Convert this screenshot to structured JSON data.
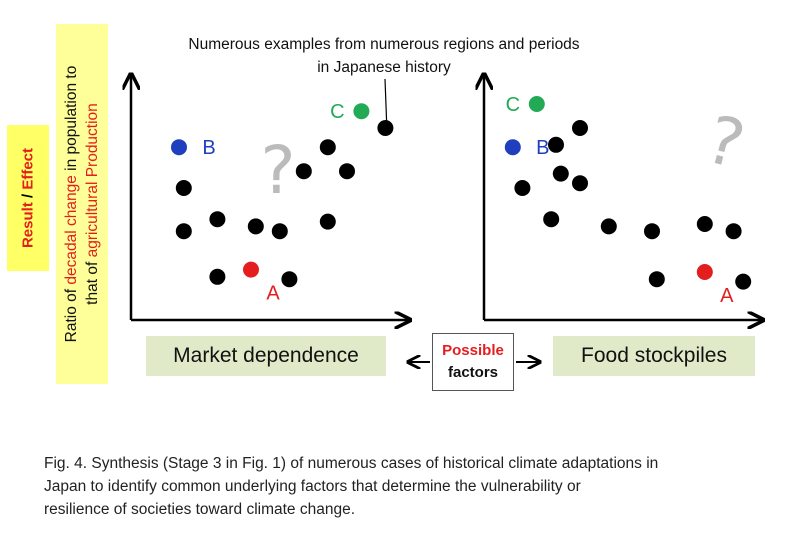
{
  "title": {
    "line1": "Numerous examples  from numerous regions and periods",
    "line2": "in Japanese history"
  },
  "y_axis": {
    "box_label_red": "Result",
    "box_label_sep": " / ",
    "box_label_black": "Effect",
    "line1_parts": [
      "Ratio of ",
      "decadal change",
      " in population to"
    ],
    "line2_parts": [
      "that of ",
      "agricultural Production"
    ]
  },
  "factors": {
    "left": "Market dependence",
    "right": "Food stockpiles",
    "center_line1": "Possible",
    "center_line2": "factors"
  },
  "question_mark": "?",
  "chart_data": [
    {
      "type": "scatter",
      "xlabel": "Market dependence",
      "ylabel": "Ratio of decadal change in population to that of agricultural Production",
      "points": [
        {
          "label": "B",
          "color": "#1f3fbf",
          "x": 1.0,
          "y": 7.2
        },
        {
          "label": "C",
          "color": "#22aa55",
          "x": 4.8,
          "y": 8.7
        },
        {
          "label": "A",
          "color": "#e41e1e",
          "x": 2.5,
          "y": 2.1
        },
        {
          "label": "",
          "color": "#000000",
          "x": 1.1,
          "y": 5.5
        },
        {
          "label": "",
          "color": "#000000",
          "x": 1.1,
          "y": 3.7
        },
        {
          "label": "",
          "color": "#000000",
          "x": 1.8,
          "y": 4.2
        },
        {
          "label": "",
          "color": "#000000",
          "x": 1.8,
          "y": 1.8
        },
        {
          "label": "",
          "color": "#000000",
          "x": 2.6,
          "y": 3.9
        },
        {
          "label": "",
          "color": "#000000",
          "x": 3.1,
          "y": 3.7
        },
        {
          "label": "",
          "color": "#000000",
          "x": 3.3,
          "y": 1.7
        },
        {
          "label": "",
          "color": "#000000",
          "x": 3.6,
          "y": 6.2
        },
        {
          "label": "",
          "color": "#000000",
          "x": 4.1,
          "y": 7.2
        },
        {
          "label": "",
          "color": "#000000",
          "x": 4.5,
          "y": 6.2
        },
        {
          "label": "",
          "color": "#000000",
          "x": 4.1,
          "y": 4.1
        },
        {
          "label": "",
          "color": "#000000",
          "x": 5.3,
          "y": 8.0
        }
      ]
    },
    {
      "type": "scatter",
      "xlabel": "Food stockpiles",
      "ylabel": "Ratio of decadal change in population to that of agricultural Production",
      "points": [
        {
          "label": "B",
          "color": "#1f3fbf",
          "x": 0.6,
          "y": 7.2
        },
        {
          "label": "C",
          "color": "#22aa55",
          "x": 1.1,
          "y": 9.0
        },
        {
          "label": "A",
          "color": "#e41e1e",
          "x": 4.6,
          "y": 2.0
        },
        {
          "label": "",
          "color": "#000000",
          "x": 0.8,
          "y": 5.5
        },
        {
          "label": "",
          "color": "#000000",
          "x": 1.5,
          "y": 7.3
        },
        {
          "label": "",
          "color": "#000000",
          "x": 1.6,
          "y": 6.1
        },
        {
          "label": "",
          "color": "#000000",
          "x": 2.0,
          "y": 5.7
        },
        {
          "label": "",
          "color": "#000000",
          "x": 2.0,
          "y": 8.0
        },
        {
          "label": "",
          "color": "#000000",
          "x": 1.4,
          "y": 4.2
        },
        {
          "label": "",
          "color": "#000000",
          "x": 2.6,
          "y": 3.9
        },
        {
          "label": "",
          "color": "#000000",
          "x": 3.5,
          "y": 3.7
        },
        {
          "label": "",
          "color": "#000000",
          "x": 4.6,
          "y": 4.0
        },
        {
          "label": "",
          "color": "#000000",
          "x": 5.2,
          "y": 3.7
        },
        {
          "label": "",
          "color": "#000000",
          "x": 3.6,
          "y": 1.7
        },
        {
          "label": "",
          "color": "#000000",
          "x": 5.4,
          "y": 1.6
        }
      ]
    }
  ],
  "caption": {
    "line1": "Fig. 4.  Synthesis (Stage 3 in Fig. 1) of numerous cases of historical climate adaptations in",
    "line2": "Japan to identify common underlying factors that determine the vulnerability or",
    "line3": "resilience of societies toward climate change."
  }
}
